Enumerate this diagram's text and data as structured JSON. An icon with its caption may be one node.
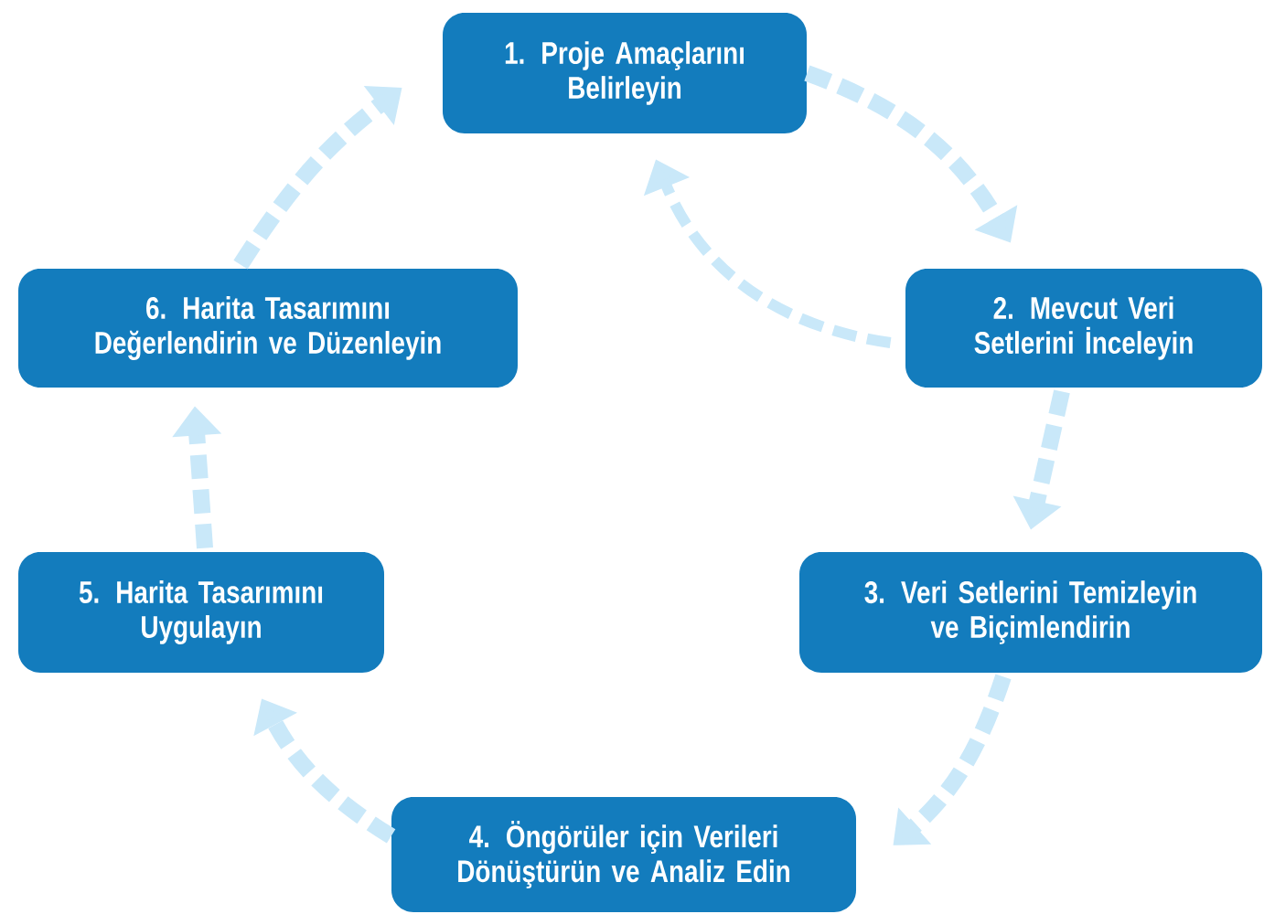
{
  "diagram": {
    "nodes": [
      {
        "text": [
          "1. Proje Amaçlarını Belirleyin"
        ]
      },
      {
        "text": [
          "2. Mevcut Veri Setlerini İnceleyin"
        ]
      },
      {
        "text": [
          "3. Veri Setlerini Temizleyin ve Biçimlendirin"
        ]
      },
      {
        "text": [
          "4. Öngörüler için Verileri Dönüştürün ve Analiz Edin"
        ]
      },
      {
        "text": [
          "5. Harita Tasarımını Uygulayın"
        ]
      },
      {
        "text": [
          "6. Harita Tasarımını Değerlendirin ve Düzenleyin"
        ]
      }
    ],
    "edges": [
      {
        "from": 0,
        "to": 1,
        "arrow": "to",
        "style": "dashed"
      },
      {
        "from": 1,
        "to": 0,
        "arrow": "to",
        "style": "dashed"
      },
      {
        "from": 1,
        "to": 2,
        "arrow": "to",
        "style": "dashed"
      },
      {
        "from": 2,
        "to": 3,
        "arrow": "to",
        "style": "dashed"
      },
      {
        "from": 3,
        "to": 4,
        "arrow": "to",
        "style": "dashed"
      },
      {
        "from": 4,
        "to": 5,
        "arrow": "to",
        "style": "dashed"
      },
      {
        "from": 5,
        "to": 0,
        "arrow": "to",
        "style": "dashed"
      }
    ]
  }
}
